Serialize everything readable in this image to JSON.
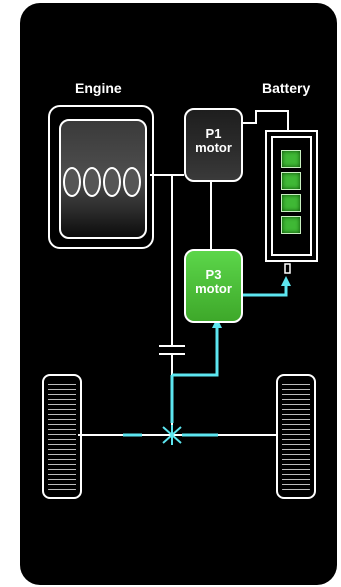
{
  "diagram": {
    "engine_label": "Engine",
    "battery_label": "Battery",
    "p1_label_line1": "P1",
    "p1_label_line2": "motor",
    "p3_label_line1": "P3",
    "p3_label_line2": "motor",
    "colors": {
      "background": "#000000",
      "frame": "#ffffff",
      "battery_cell": "#3fb835",
      "p3_motor": "#4cc23a",
      "power_flow": "#5de6f0"
    },
    "battery_cells_count": 4,
    "icons": [
      "engine-cylinders-icon",
      "battery-icon",
      "wheel-icon",
      "power-flow-arrow-icon"
    ]
  }
}
